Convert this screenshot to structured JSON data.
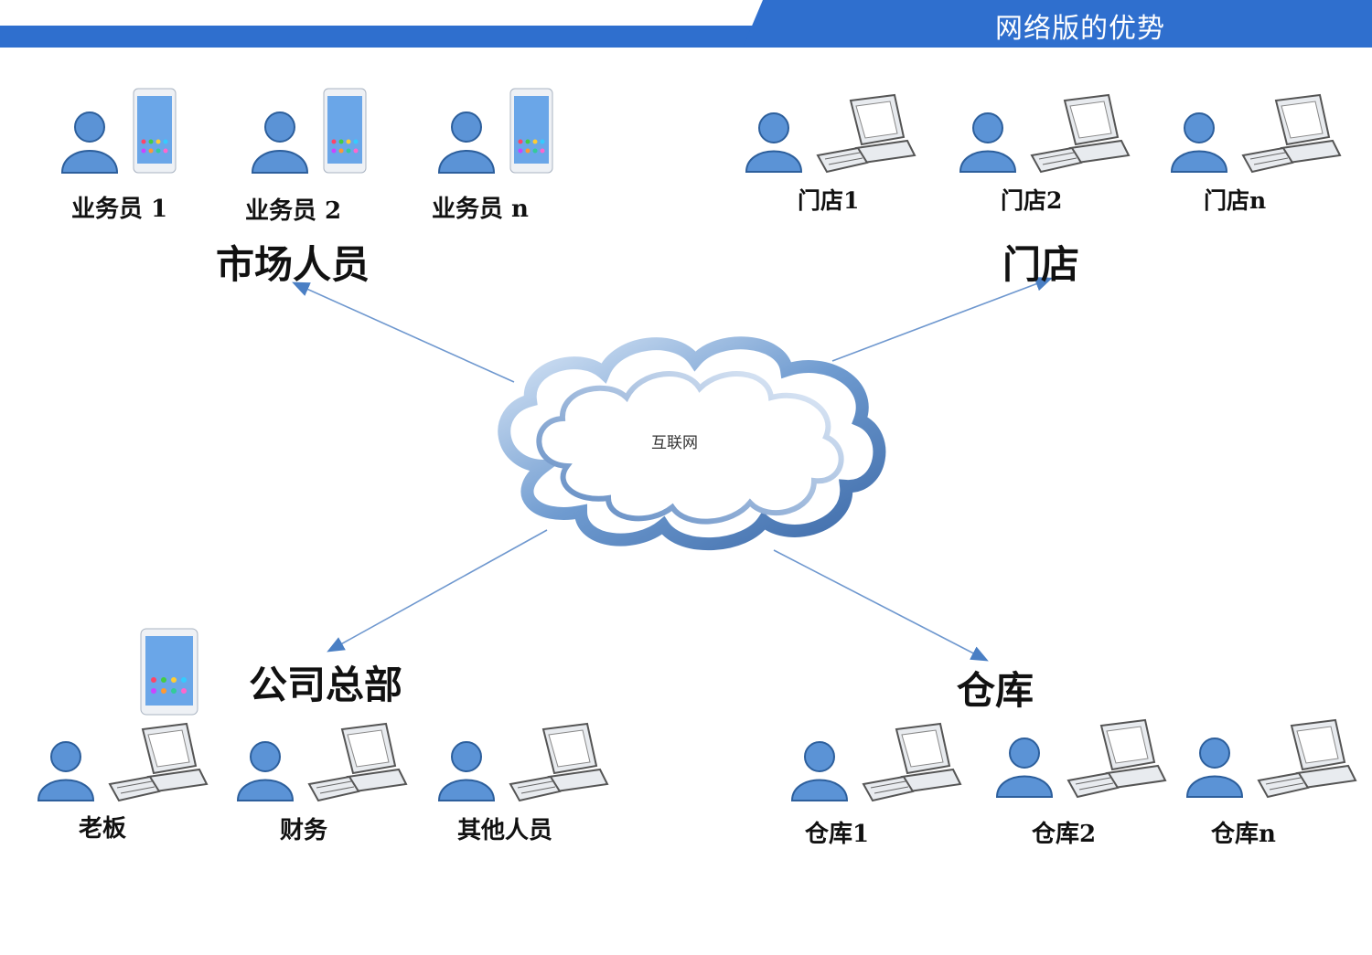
{
  "header": {
    "title": "网络版的优势"
  },
  "cloud": {
    "label": "互联网"
  },
  "groups": {
    "market": {
      "label": "市场人员",
      "members": [
        {
          "label": "业务员 1"
        },
        {
          "label": "业务员 2"
        },
        {
          "label": "业务员 n"
        }
      ]
    },
    "stores": {
      "label": "门店",
      "members": [
        {
          "label": "门店1"
        },
        {
          "label": "门店2"
        },
        {
          "label": "门店n"
        }
      ]
    },
    "hq": {
      "label": "公司总部",
      "members": [
        {
          "label": "老板"
        },
        {
          "label": "财务"
        },
        {
          "label": "其他人员"
        }
      ]
    },
    "warehouse": {
      "label": "仓库",
      "members": [
        {
          "label": "仓库1"
        },
        {
          "label": "仓库2"
        },
        {
          "label": "仓库n"
        }
      ]
    }
  }
}
